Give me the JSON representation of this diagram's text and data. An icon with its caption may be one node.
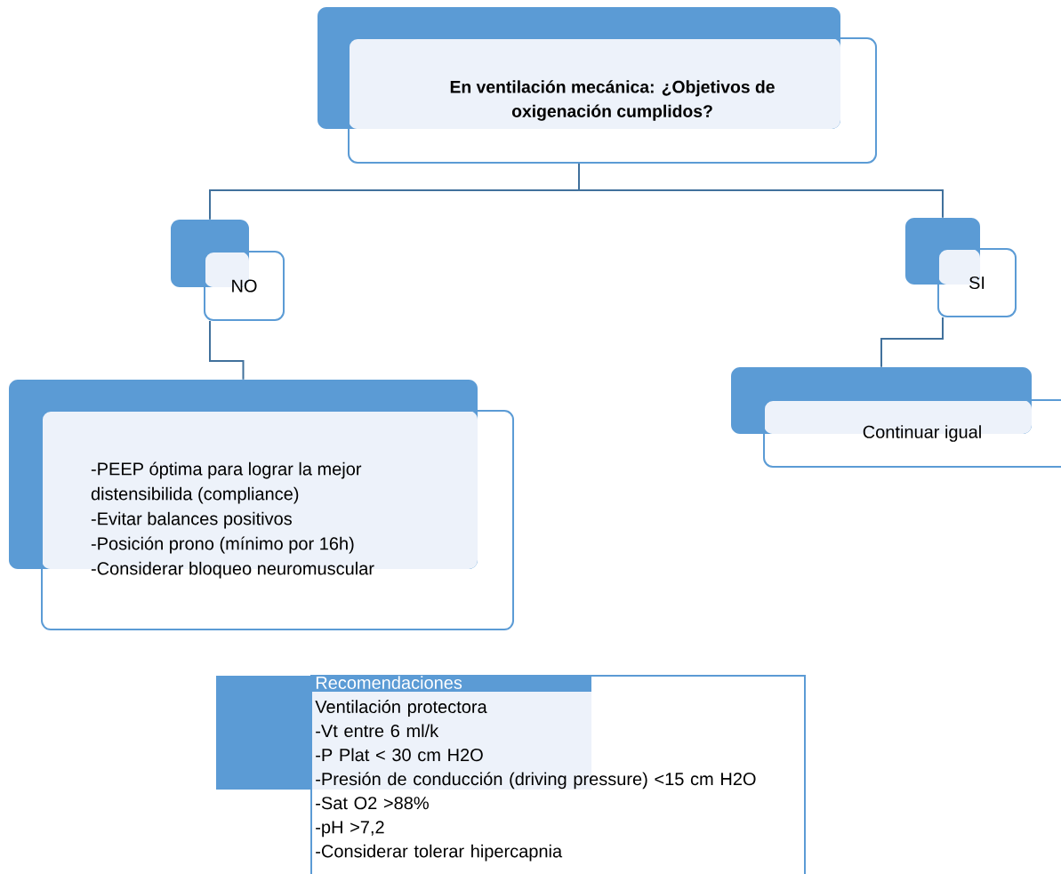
{
  "diagram": {
    "nodes": [
      {
        "text": [
          "En ventilación mecánica: ¿Objetivos de oxigenación cumplidos?"
        ]
      },
      {
        "text": [
          "NO"
        ]
      },
      {
        "text": [
          "SI"
        ]
      },
      {
        "text": [
          "-PEEP óptima para lograr la mejor distensibilida (compliance)",
          "-Evitar balances positivos",
          "-Posición prono (mínimo por 16h)",
          "-Considerar bloqueo neuromuscular"
        ]
      },
      {
        "text": [
          "Continuar igual"
        ]
      },
      {
        "text": [
          "Recomendaciones",
          "Ventilación protectora",
          "-Vt entre 6 ml/k",
          "-P Plat < 30 cm H2O",
          "-Presión de conducción (driving pressure) <15 cm H2O",
          "-Sat O2 >88%",
          "-pH >7,2",
          "-Considerar tolerar hipercapnia"
        ]
      }
    ],
    "edges": [
      {
        "from": 0,
        "to": 1,
        "arrow": "none"
      },
      {
        "from": 0,
        "to": 2,
        "arrow": "none"
      },
      {
        "from": 1,
        "to": 3,
        "arrow": "none"
      },
      {
        "from": 2,
        "to": 4,
        "arrow": "none"
      }
    ]
  }
}
